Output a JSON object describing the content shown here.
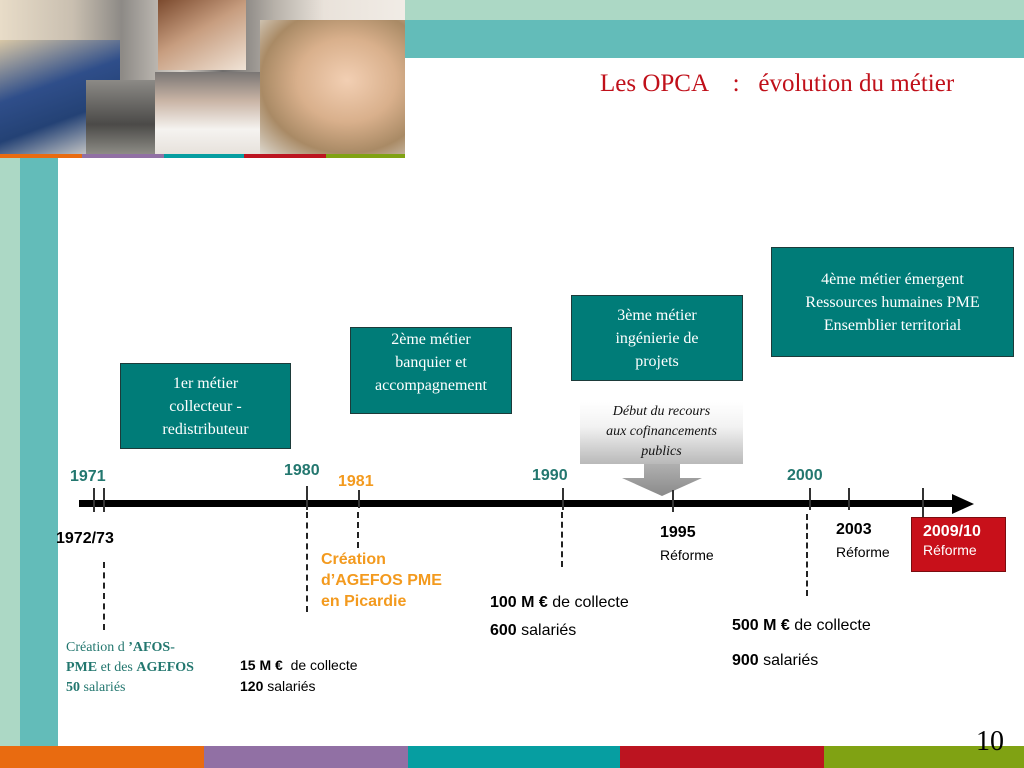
{
  "slide": {
    "title": "Les OPCA    :   évolution du métier",
    "page_number": "10"
  },
  "colors": {
    "teal_box": "#007c78",
    "title_red": "#c0101a",
    "year_teal": "#23776f",
    "orange": "#f39a1e",
    "reform_red": "#c8101a",
    "band_light": "#acd8c5",
    "band_dark": "#63bcb9",
    "bottom_bar": [
      "#e96b10",
      "#9170a4",
      "#069ea1",
      "#bc1420",
      "#80a213"
    ]
  },
  "header_image": {
    "description": "photo collage of professionals",
    "icon": "photo-collage"
  },
  "metiers": [
    {
      "lines": [
        "1er métier",
        "collecteur -",
        "redistributeur"
      ]
    },
    {
      "lines": [
        "2ème métier",
        "banquier et",
        "accompagnement"
      ]
    },
    {
      "lines": [
        "3ème métier",
        "ingénierie de",
        "projets"
      ]
    },
    {
      "lines": [
        "4ème métier émergent",
        "Ressources humaines PME",
        "Ensemblier territorial"
      ]
    }
  ],
  "callout": {
    "lines": [
      "Début du recours",
      "aux cofinancements",
      "publics"
    ],
    "icon": "down-arrow"
  },
  "timeline": {
    "years_above": [
      {
        "label": "1971",
        "color": "teal"
      },
      {
        "label": "1980",
        "color": "teal"
      },
      {
        "label": "1981",
        "color": "orange"
      },
      {
        "label": "1990",
        "color": "teal"
      },
      {
        "label": "2000",
        "color": "teal"
      }
    ],
    "years_below": [
      {
        "label": "1972/73"
      },
      {
        "label": "1995",
        "sub": "Réforme"
      },
      {
        "label": "2003",
        "sub": "Réforme"
      },
      {
        "label": "2009/10",
        "sub": "Réforme",
        "highlight": true
      }
    ]
  },
  "annotations": {
    "afos": {
      "line1_a": "Création d ",
      "line1_b": "’AFOS-",
      "line2_a": "PME",
      "line2_b": " et des ",
      "line2_c": "AGEFOS",
      "line3_a": "50",
      "line3_b": " salariés"
    },
    "picardie": [
      "Création",
      "d’AGEFOS PME",
      "en Picardie"
    ],
    "stats_1980": {
      "amount": "15 M €",
      "amount_suffix": "  de collecte",
      "staff": "120",
      "staff_suffix": " salariés"
    },
    "stats_1990": {
      "amount": "100 M €",
      "amount_suffix": " de collecte",
      "staff": "600",
      "staff_suffix": " salariés"
    },
    "stats_2000": {
      "amount": "500 M €",
      "amount_suffix": " de collecte",
      "staff": "900",
      "staff_suffix": " salariés"
    }
  }
}
